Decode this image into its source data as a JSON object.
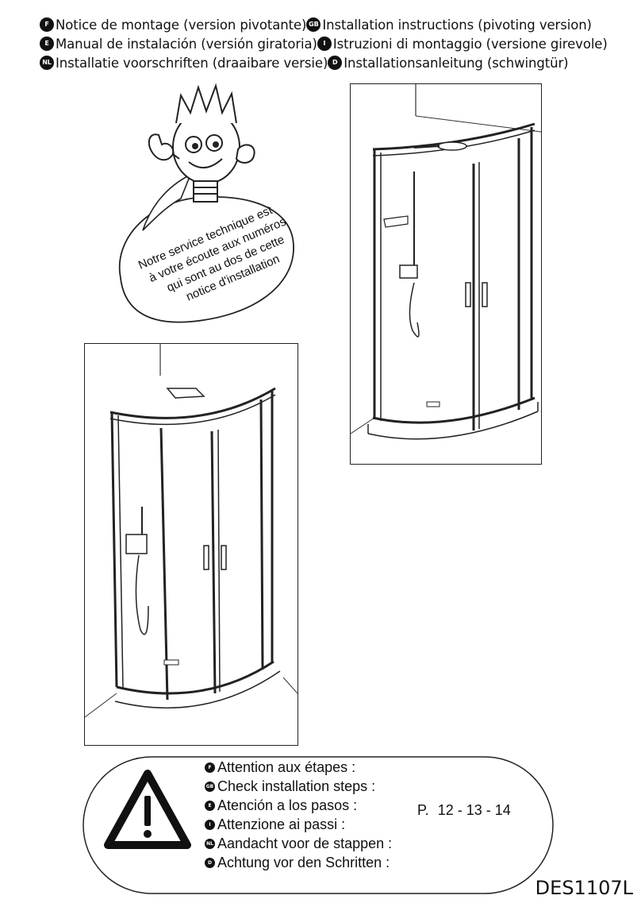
{
  "header": {
    "lines": [
      [
        {
          "code": "F",
          "text": "Notice de montage (version pivotante)"
        },
        {
          "code": "GB",
          "text": "Installation instructions (pivoting version)"
        }
      ],
      [
        {
          "code": "E",
          "text": "Manual de instalación (versión giratoria)"
        },
        {
          "code": "I",
          "text": "Istruzioni di montaggio (versione girevole)"
        }
      ],
      [
        {
          "code": "NL",
          "text": "Installatie voorschriften (draaibare versie)"
        },
        {
          "code": "D",
          "text": "Installationsanleitung (schwingtür)"
        }
      ]
    ]
  },
  "mascot_bubble": {
    "lines": [
      "Notre service technique est",
      "à votre écoute aux numéros",
      "qui sont au dos de cette",
      "notice d'installation"
    ]
  },
  "warning": {
    "icon": "warning-triangle-icon",
    "steps": [
      {
        "code": "F",
        "text": "Attention aux étapes :"
      },
      {
        "code": "GB",
        "text": "Check installation steps :"
      },
      {
        "code": "E",
        "text": "Atención a los pasos :"
      },
      {
        "code": "I",
        "text": "Attenzione ai passi :"
      },
      {
        "code": "NL",
        "text": "Aandacht voor de stappen :"
      },
      {
        "code": "D",
        "text": "Achtung vor den Schritten :"
      }
    ],
    "pages_prefix": "P.",
    "pages": "12 - 13 - 14"
  },
  "reference": "DES1107L"
}
